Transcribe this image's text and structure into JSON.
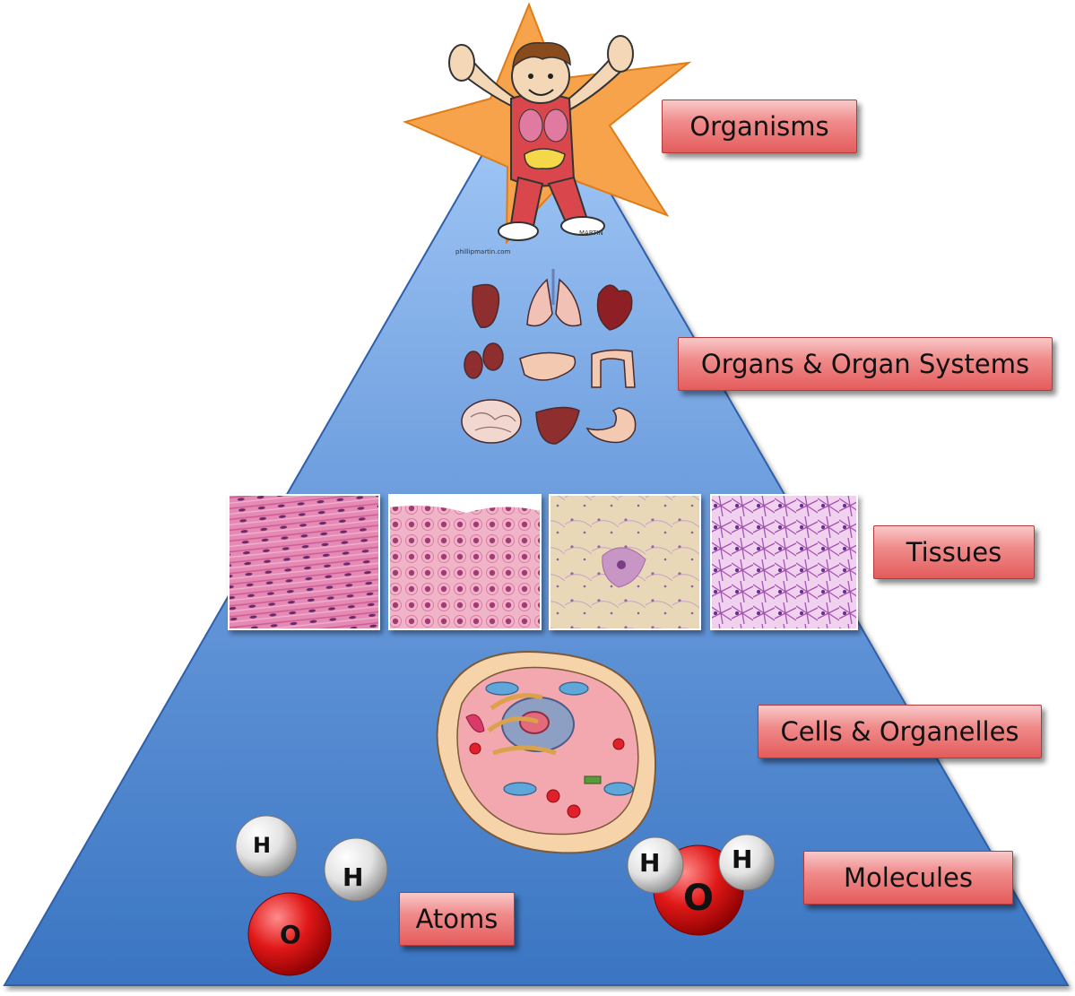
{
  "levels": {
    "organisms": "Organisms",
    "organs": "Organs & Organ Systems",
    "tissues": "Tissues",
    "cells": "Cells & Organelles",
    "molecules": "Molecules",
    "atoms": "Atoms"
  },
  "atom_symbols": {
    "hydrogen": "H",
    "oxygen": "O"
  },
  "credits": {
    "clipart_site": "phillipmartin.com",
    "clipart_signature": "MARTIN"
  },
  "colors": {
    "pyramid_top": "#a9cdf9",
    "pyramid_bottom": "#3d78c4",
    "label_fill": "#ef8585",
    "star": "#f7a34b"
  }
}
